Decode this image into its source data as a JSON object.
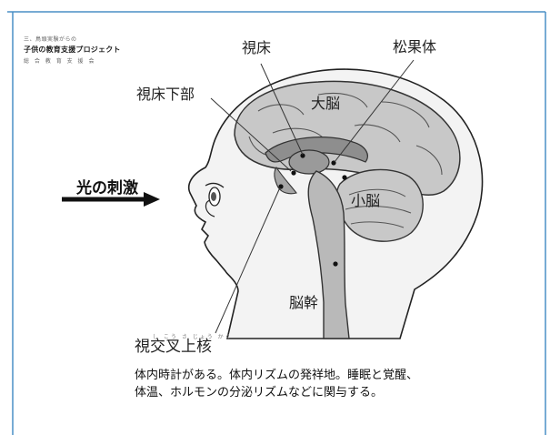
{
  "logo": {
    "line1": "三、鳥頭実験がらの",
    "line2": "子供の教育支援プロジェクト",
    "line3": "総 合 教 育 支 援 会"
  },
  "labels": {
    "light_stimulus": "光の刺激",
    "hypothalamus": "視床下部",
    "thalamus": "視床",
    "pineal": "松果体",
    "cerebrum": "大脳",
    "cerebellum": "小脳",
    "brainstem": "脳幹",
    "scn_ruby": "し こう さ じょう かく",
    "scn": "視交叉上核"
  },
  "caption": {
    "line1": "体内時計がある。体内リズムの発祥地。睡眠と覚醒、",
    "line2": "体温、ホルモンの分泌リズムなどに関与する。"
  },
  "colors": {
    "frame": "#4a8fc6",
    "skin": "#f0f0f0",
    "brain": "#c9c9c9",
    "dark_brain": "#8e8e8e",
    "outline": "#222222"
  }
}
